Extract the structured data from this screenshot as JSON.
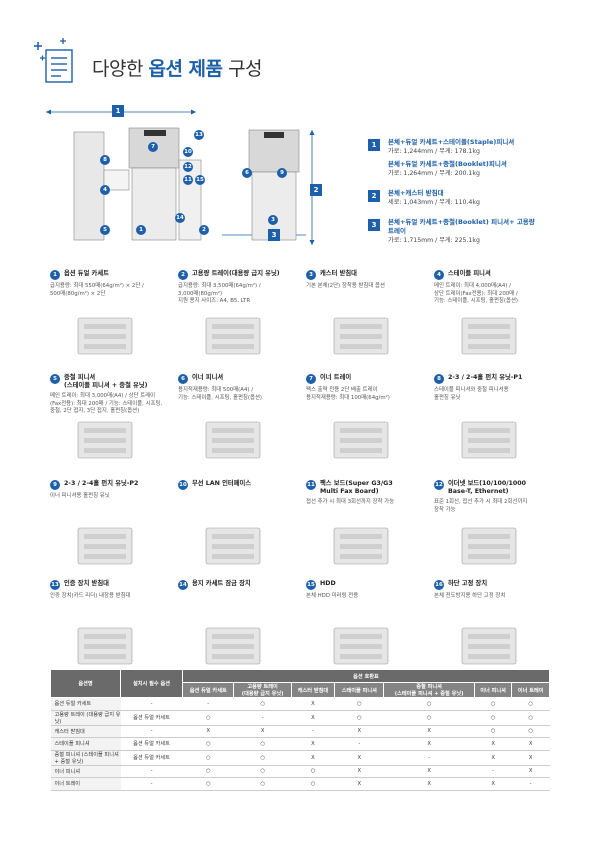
{
  "header": {
    "title_prefix": "다양한 ",
    "title_emph": "옵션 제품",
    "title_suffix": " 구성"
  },
  "diagram": {
    "labels": [
      "1",
      "2",
      "3"
    ],
    "callouts": [
      "1",
      "2",
      "3",
      "4",
      "5",
      "6",
      "7",
      "8",
      "9",
      "10",
      "11",
      "12",
      "13",
      "14",
      "15"
    ]
  },
  "configs": [
    {
      "num": "1",
      "lines": [
        {
          "title": "본체+듀얼 카세트+스테이플(Staple)피니셔",
          "detail": "가로: 1,244mm / 무게: 178.1kg"
        },
        {
          "title": "본체+듀얼 카세트+중철(Booklet)피니셔",
          "detail": "가로: 1,264mm / 무게: 200.1kg"
        }
      ]
    },
    {
      "num": "2",
      "lines": [
        {
          "title": "본체+캐스터 받침대",
          "detail": "세로: 1,043mm / 무게: 110.4kg"
        }
      ]
    },
    {
      "num": "3",
      "lines": [
        {
          "title": "본체+듀얼 카세트+중철(Booklet) 피니셔+ 고용량 트레이",
          "detail": "가로: 1,715mm / 무게: 225.1kg"
        }
      ]
    }
  ],
  "options": [
    {
      "num": "1",
      "title": "옵션 듀얼 카세트",
      "desc": "급지용량: 최대 550매(64g/m²) × 2단 /\n500매(80g/m²) × 2단"
    },
    {
      "num": "2",
      "title": "고용량 트레이(대용량 급지 유닛)",
      "desc": "급지용량: 최대 3,500매(64g/m²) /\n3,000매(80g/m²)\n지원 용지 사이즈: A4, B5, LTR"
    },
    {
      "num": "3",
      "title": "캐스터 받침대",
      "desc": "기본 본체(2단) 장착용 받침대 옵션"
    },
    {
      "num": "4",
      "title": "스테이플 피니셔",
      "desc": "메인 트레이: 최대 4,000매(A4) /\n상단 트레이(Fax전용): 최대 200매 /\n기능: 스테이플, 시프팅, 홀펀칭(옵션)"
    },
    {
      "num": "5",
      "title": "중철 피니셔\n(스테이플 피니셔 + 중철 유닛)",
      "desc": "메인 트레이: 최대 3,000매(A4) / 상단 트레이\n(Fax전용): 최대 200매 / 기능: 스테이플, 시프팅,\n중철, 2단 접지, 3단 접지, 홀펀칭(옵션)"
    },
    {
      "num": "6",
      "title": "이너 피니셔",
      "desc": "용지적재용량: 최대 500매(A4) /\n기능: 스테이플, 시프팅, 홀펀칭(옵션)"
    },
    {
      "num": "7",
      "title": "이너 트레이",
      "desc": "팩스 출력 전용 2단 배출 트레이\n용지적재용량: 최대 100매(64g/m²)"
    },
    {
      "num": "8",
      "title": "2-3 / 2-4홀 펀치 유닛-P1",
      "desc": "스테이플 피니셔와 중철 피니셔용\n홀펀칭 유닛"
    },
    {
      "num": "9",
      "title": "2-3 / 2-4홀 펀치 유닛-P2",
      "desc": "이너 피니셔용 홀펀칭 유닛"
    },
    {
      "num": "10",
      "title": "무선 LAN 인터페이스",
      "desc": ""
    },
    {
      "num": "11",
      "title": "팩스 보드(Super G3/G3\nMulti Fax Board)",
      "desc": "접선 추가 시 최대 3회선까지 장착 가능"
    },
    {
      "num": "12",
      "title": "이더넷 보드(10/100/1000\nBase-T, Ethernet)",
      "desc": "표준 1회선, 접선 추가 시 최대 2회선까지\n장착 가능"
    },
    {
      "num": "13",
      "title": "인증 장치 받침대",
      "desc": "인증 장치(카드 리더) 내장용 받침대"
    },
    {
      "num": "14",
      "title": "용지 카세트 잠금 장치",
      "desc": ""
    },
    {
      "num": "15",
      "title": "HDD",
      "desc": "본체 HDD 미러링 전용"
    },
    {
      "num": "16",
      "title": "하단 고정 장치",
      "desc": "본체 전도방지용 하단 고정 장치"
    }
  ],
  "table": {
    "corner": "옵션명",
    "req_header": "설치시 필수 옵션",
    "compat_header": "옵션 호환표",
    "columns": [
      "옵션 듀얼 카세트",
      "고용량 트레이\n(대용량 급지 유닛)",
      "캐스터 받침대",
      "스테이플 피니셔",
      "중철 피니셔\n(스테이플 피니셔 + 중철 유닛)",
      "이너 피니셔",
      "이너 트레이"
    ],
    "rows": [
      {
        "name": "옵션 듀얼 카세트",
        "req": "-",
        "cells": [
          "-",
          "○",
          "X",
          "○",
          "○",
          "○",
          "○"
        ]
      },
      {
        "name": "고용량 트레이 (대용량 급지 유닛)",
        "req": "옵션 듀얼 카세트",
        "cells": [
          "○",
          "-",
          "X",
          "○",
          "○",
          "○",
          "○"
        ]
      },
      {
        "name": "캐스터 받침대",
        "req": "-",
        "cells": [
          "X",
          "X",
          "-",
          "X",
          "X",
          "○",
          "○"
        ]
      },
      {
        "name": "스테이플 피니셔",
        "req": "옵션 듀얼 카세트",
        "cells": [
          "○",
          "○",
          "X",
          "-",
          "X",
          "X",
          "X"
        ]
      },
      {
        "name": "중철 피니셔 (스테이플 피니셔 + 중철 유닛)",
        "req": "옵션 듀얼 카세트",
        "cells": [
          "○",
          "○",
          "X",
          "X",
          "-",
          "X",
          "X"
        ]
      },
      {
        "name": "이너 피니셔",
        "req": "-",
        "cells": [
          "○",
          "○",
          "○",
          "X",
          "X",
          "-",
          "X"
        ]
      },
      {
        "name": "이너 트레이",
        "req": "-",
        "cells": [
          "○",
          "○",
          "○",
          "X",
          "X",
          "X",
          "-"
        ]
      }
    ]
  },
  "colors": {
    "accent": "#1d5fa8",
    "table_header": "#6a6a6a"
  }
}
